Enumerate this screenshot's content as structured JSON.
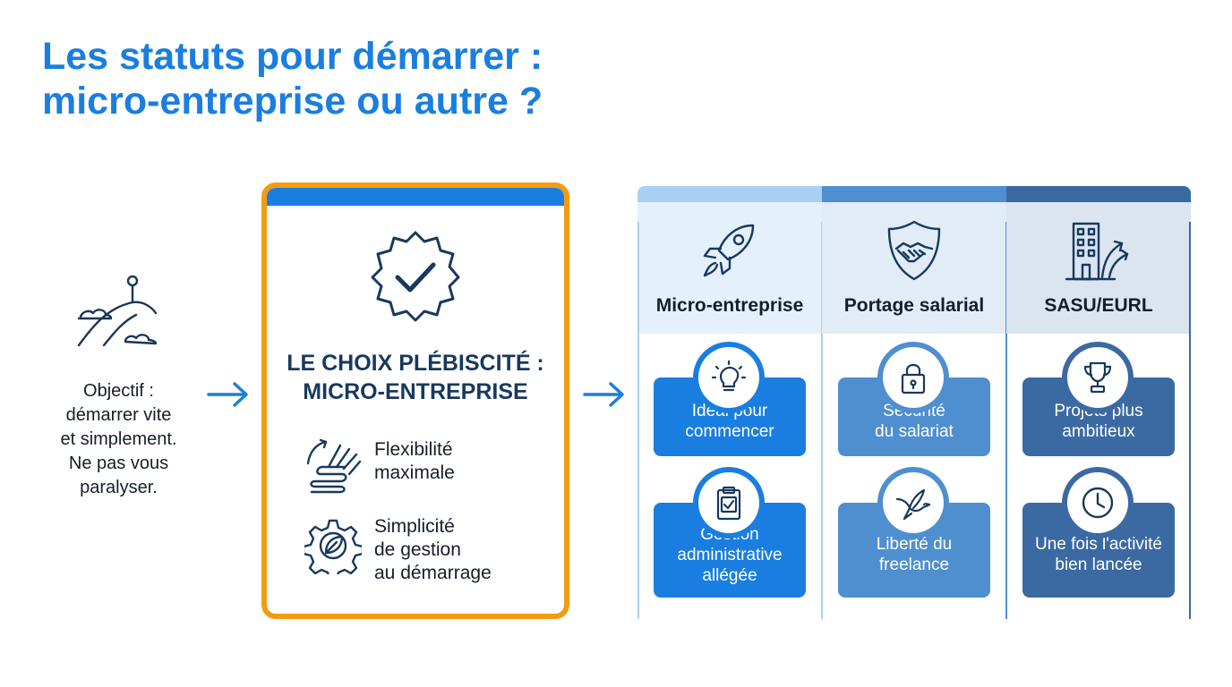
{
  "title": "Les statuts pour démarrer :\nmicro-entreprise ou autre ?",
  "objective": {
    "icon": "mountain-flag-icon",
    "text": "Objectif :\ndémarrer vite\net simplement.\nNe pas vous\nparalyser."
  },
  "choice": {
    "badge_icon": "verified-badge-icon",
    "title_line1": "LE CHOIX PLÉBISCITÉ :",
    "title_line2": "MICRO-ENTREPRISE",
    "features": [
      {
        "icon": "spring-icon",
        "text": "Flexibilité\nmaximale"
      },
      {
        "icon": "gear-leaf-icon",
        "text": "Simplicité\nde gestion\nau démarrage"
      }
    ]
  },
  "columns": [
    {
      "name": "Micro-entreprise",
      "icon": "rocket-icon",
      "color": "#1a7ee0",
      "top_color": "#a8d0f5",
      "head_color": "#e4f0fc",
      "cards": [
        {
          "icon": "lightbulb-icon",
          "text": "Idéal pour\ncommencer"
        },
        {
          "icon": "clipboard-check-icon",
          "text": "Gestion\nadministrative\nallégée"
        }
      ]
    },
    {
      "name": "Portage salarial",
      "icon": "handshake-shield-icon",
      "color": "#4f8fd0",
      "top_color": "#4f8fd0",
      "head_color": "#e1ecf7",
      "cards": [
        {
          "icon": "lock-icon",
          "text": "Sécurité\ndu salariat"
        },
        {
          "icon": "bird-icon",
          "text": "Liberté du\nfreelance"
        }
      ]
    },
    {
      "name": "SASU/EURL",
      "icon": "building-growth-icon",
      "color": "#3b6aa3",
      "top_color": "#3b6aa3",
      "head_color": "#dbe5f0",
      "cards": [
        {
          "icon": "trophy-icon",
          "text": "Projets plus\nambitieux"
        },
        {
          "icon": "clock-icon",
          "text": "Une fois l'activité\nbien lancée"
        }
      ]
    }
  ]
}
